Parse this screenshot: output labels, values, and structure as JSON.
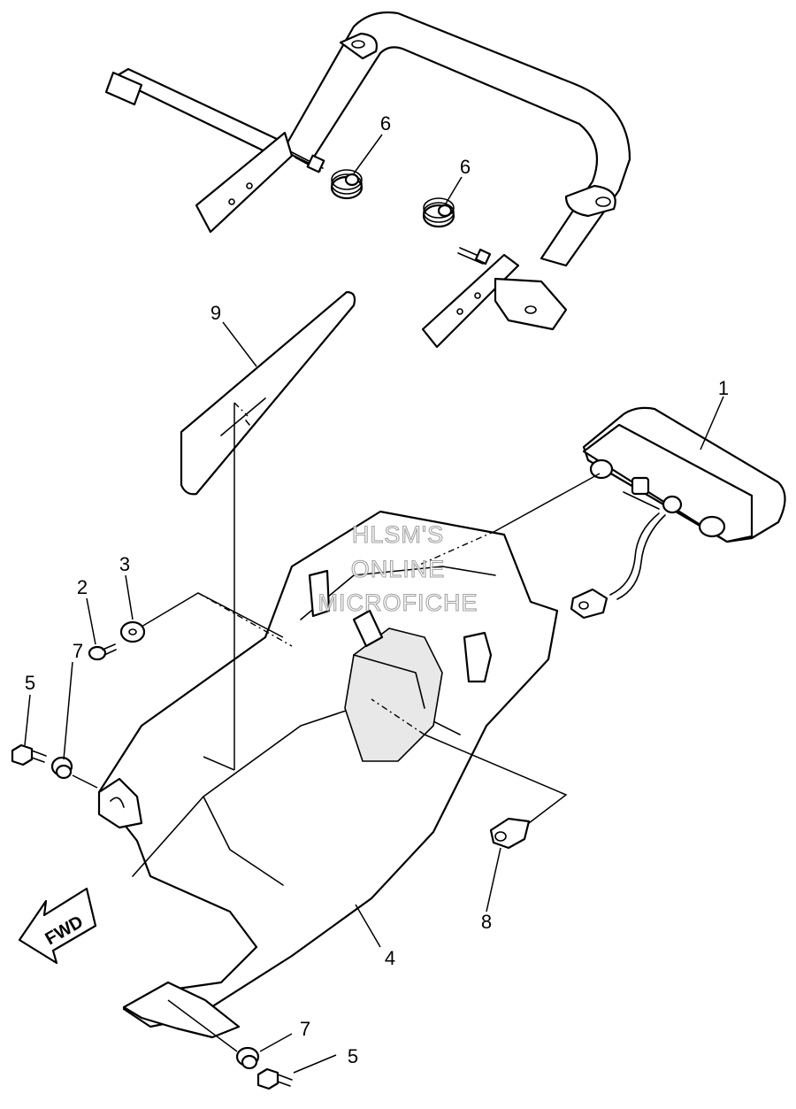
{
  "watermark": {
    "lines": [
      "HLSM'S",
      "ONLINE",
      "MICROFICHE"
    ]
  },
  "direction_arrow": {
    "label": "FWD"
  },
  "callouts": [
    {
      "id": "c1",
      "number": "1"
    },
    {
      "id": "c2",
      "number": "2"
    },
    {
      "id": "c3",
      "number": "3"
    },
    {
      "id": "c4",
      "number": "4"
    },
    {
      "id": "c5a",
      "number": "5"
    },
    {
      "id": "c5b",
      "number": "5"
    },
    {
      "id": "c6a",
      "number": "6"
    },
    {
      "id": "c6b",
      "number": "6"
    },
    {
      "id": "c7a",
      "number": "7"
    },
    {
      "id": "c7b",
      "number": "7"
    },
    {
      "id": "c8",
      "number": "8"
    },
    {
      "id": "c9",
      "number": "9"
    }
  ],
  "colors": {
    "line": "#000000",
    "background": "#ffffff",
    "watermark": "#9a9a9a"
  }
}
